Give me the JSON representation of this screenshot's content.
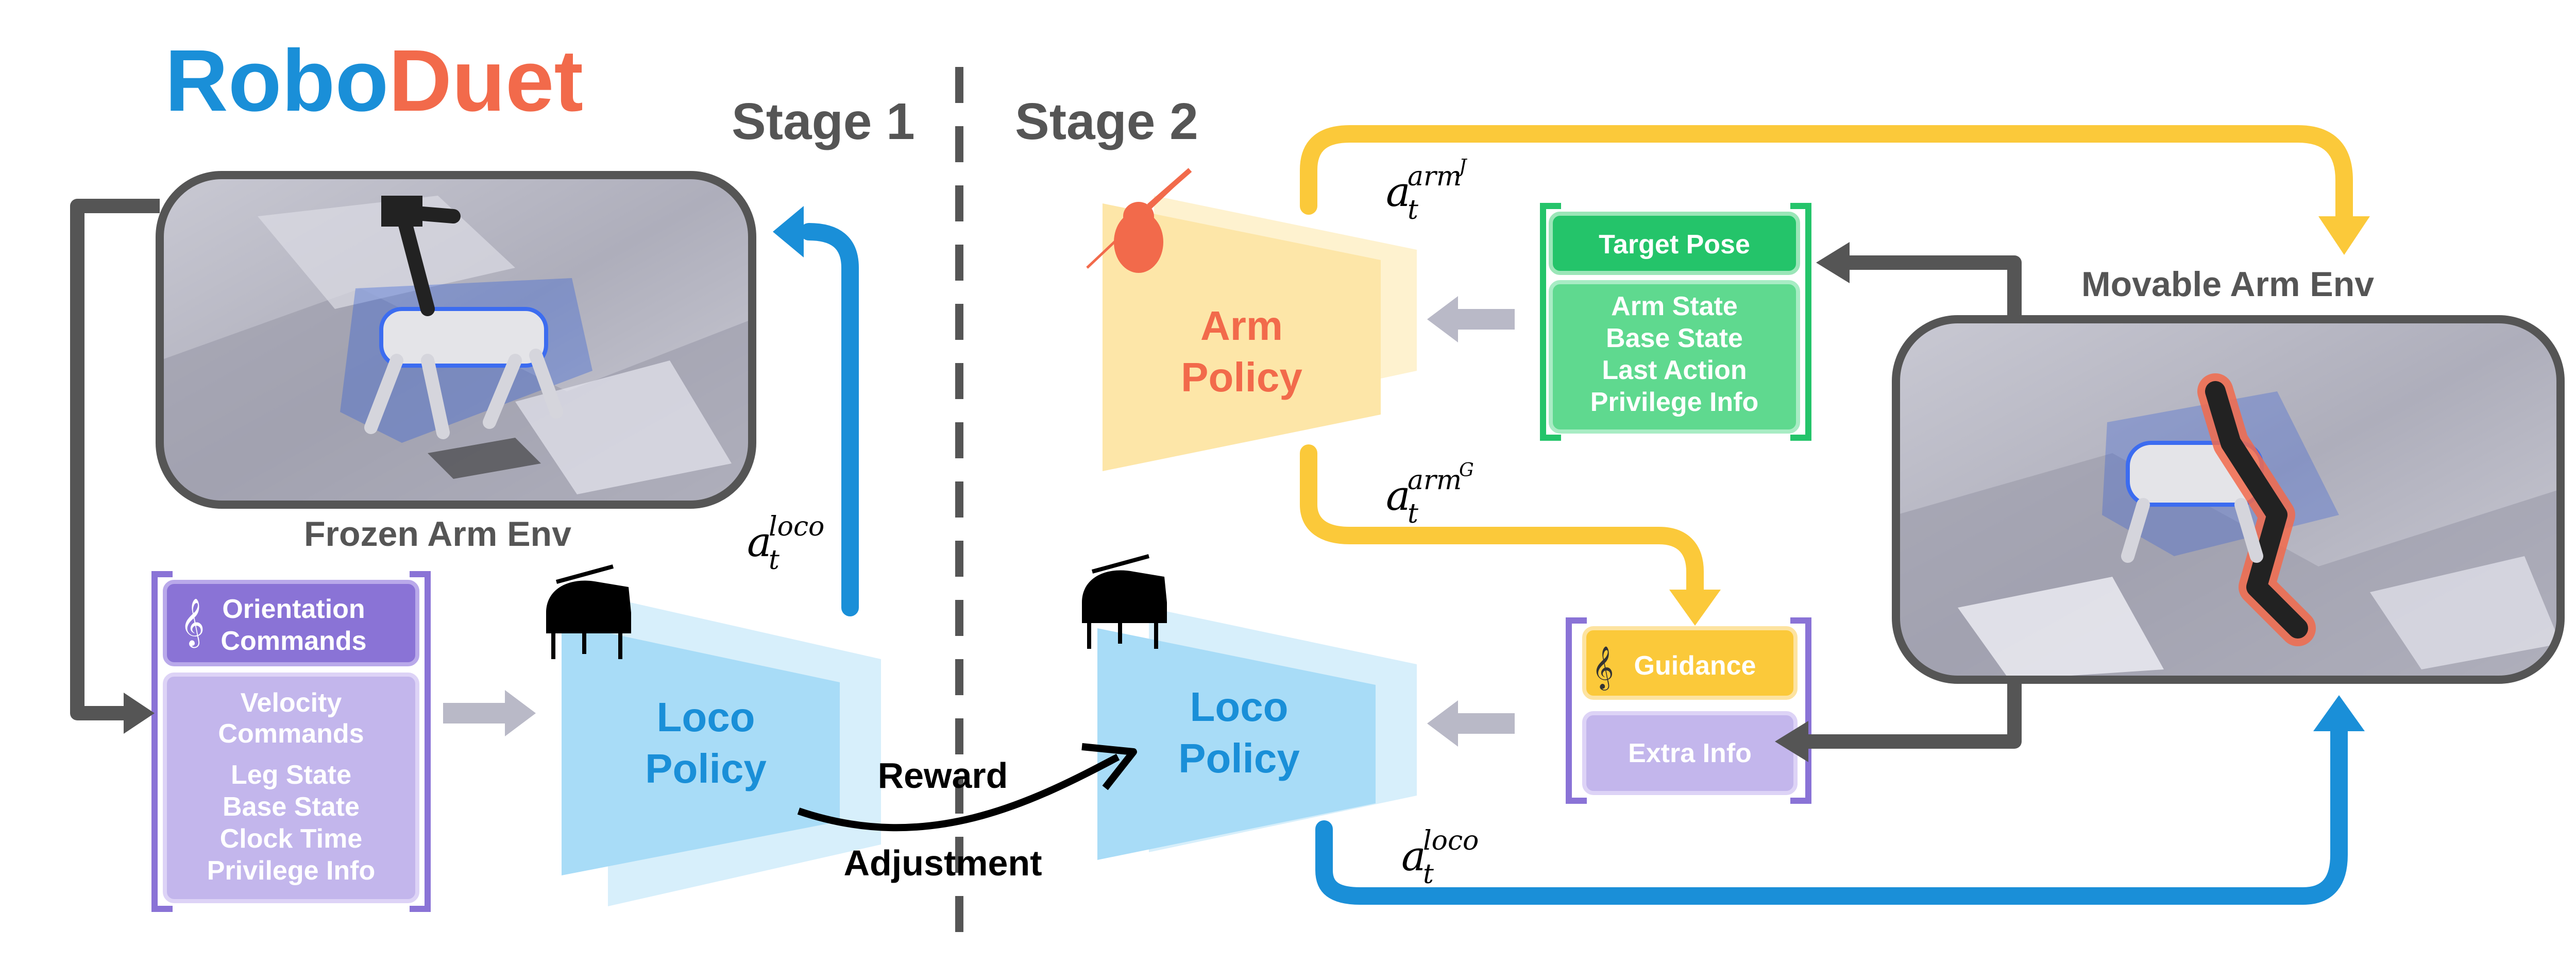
{
  "title": {
    "part1": "Robo",
    "part2": "Duet",
    "color1": "#1a8fd8",
    "color2": "#f26a4b"
  },
  "stages": {
    "stage1": "Stage 1",
    "stage2": "Stage 2"
  },
  "frozen_env": {
    "label": "Frozen Arm Env"
  },
  "movable_env": {
    "label": "Movable Arm Env"
  },
  "stage1_inputs": {
    "header": "Orientation Commands",
    "header_lines": [
      "Orientation",
      "Commands"
    ],
    "items": [
      "Velocity",
      "Commands",
      "Leg State",
      "Base State",
      "Clock Time",
      "Privilege Info"
    ]
  },
  "stage2_guidance": {
    "guidance": "Guidance",
    "extra": "Extra Info"
  },
  "arm_inputs": {
    "target": "Target Pose",
    "items": [
      "Arm State",
      "Base State",
      "Last Action",
      "Privilege Info"
    ]
  },
  "policies": {
    "loco1": [
      "Loco",
      "Policy"
    ],
    "loco2": [
      "Loco",
      "Policy"
    ],
    "arm": [
      "Arm",
      "Policy"
    ]
  },
  "reward": {
    "line1": "Reward",
    "line2": "Adjustment"
  },
  "actions": {
    "loco_stage1": {
      "base": "a",
      "sub": "t",
      "sup": "loco"
    },
    "loco_stage2": {
      "base": "a",
      "sub": "t",
      "sup": "loco"
    },
    "arm_joint": {
      "base": "a",
      "sub": "t",
      "sup": "arm",
      "supsup": "J"
    },
    "arm_guidance": {
      "base": "a",
      "sub": "t",
      "sup": "arm",
      "supsup": "G"
    }
  },
  "icons": [
    "piano-icon",
    "violin-icon",
    "treble-clef-icon",
    "robot-dog-icon",
    "robot-arm-icon"
  ],
  "colors": {
    "blue_arrow": "#1a8fd8",
    "gold_arrow": "#fbc93a",
    "dark_arrow": "#555555",
    "purple": "#8a73d6",
    "purple_light": "#c3b6ec",
    "green": "#24c46a",
    "green_light": "#7fe3a6",
    "loco_policy": "#a8dcf7",
    "arm_policy": "#fde6a8"
  }
}
